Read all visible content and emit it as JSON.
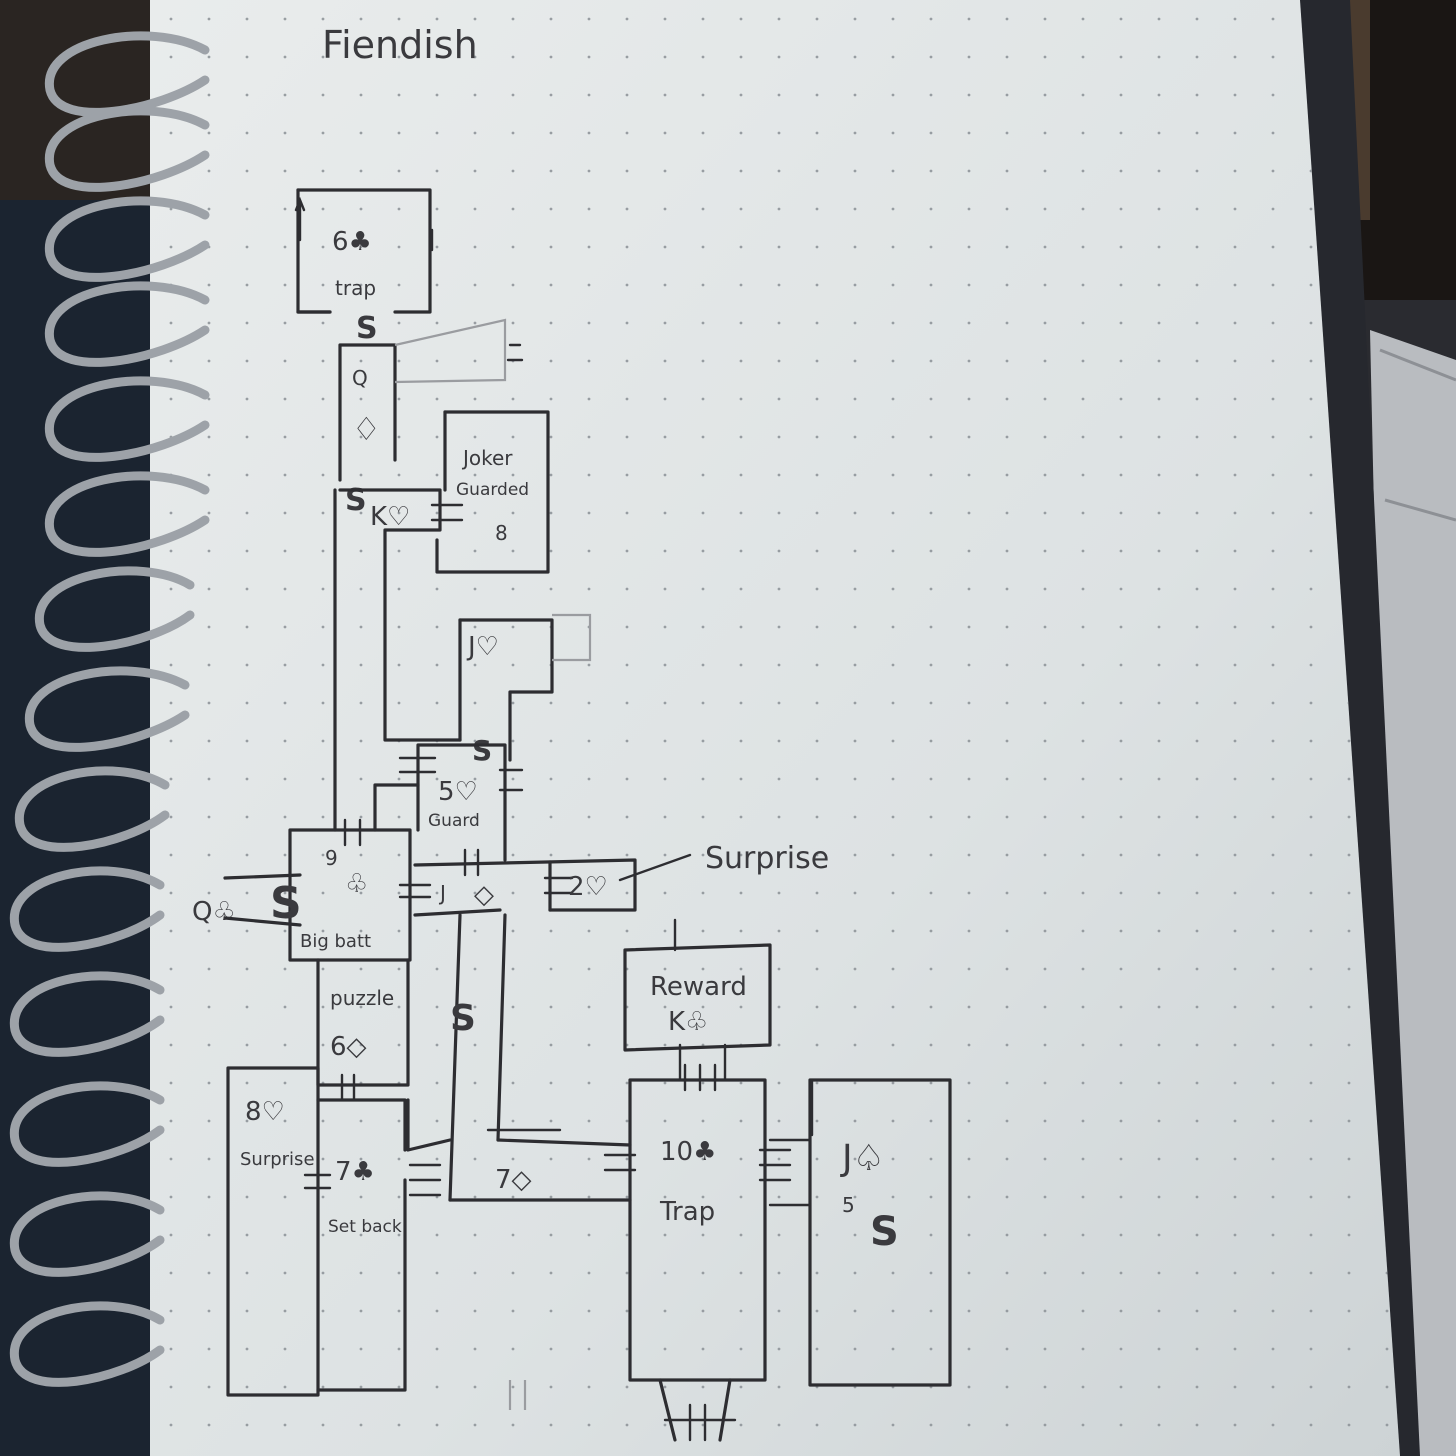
{
  "page": {
    "title": "Fiendish"
  },
  "rooms": {
    "top": {
      "card": "6♣",
      "label": "trap"
    },
    "corridor_q": {
      "card": "Q",
      "suit": "♢"
    },
    "k_heart": {
      "card": "K♡"
    },
    "joker": {
      "label": "Joker",
      "sub": "Guarded",
      "num": "8"
    },
    "j_heart": {
      "card": "J♡"
    },
    "guard5": {
      "card": "5♡",
      "label": "Guard"
    },
    "big9": {
      "card": "9",
      "suit": "♧",
      "label": "Big batt"
    },
    "q_club": {
      "card": "Q♧"
    },
    "j_diamond": {
      "card": "J",
      "suit": "◇"
    },
    "surprise2": {
      "card": "2♡",
      "annotation": "Surprise"
    },
    "puzzle6": {
      "label": "puzzle",
      "card": "6◇"
    },
    "surprise8": {
      "card": "8♡",
      "label": "Surprise"
    },
    "setback7": {
      "card": "7♣",
      "label": "Set back"
    },
    "diamond7": {
      "card": "7◇"
    },
    "reward": {
      "label": "Reward",
      "card": "K♧"
    },
    "trap10": {
      "card": "10♣",
      "label": "Trap"
    },
    "j_spade": {
      "card": "J♤",
      "num": "5"
    }
  },
  "secret_mark": "S"
}
